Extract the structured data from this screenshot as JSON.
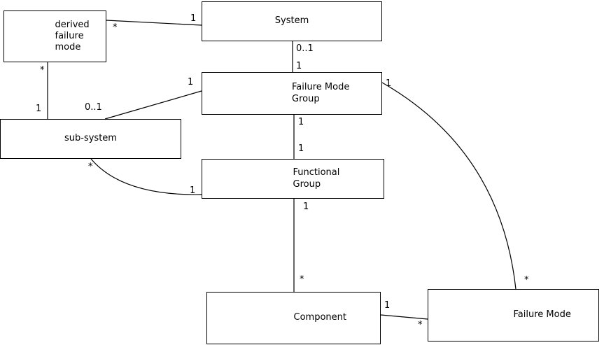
{
  "diagram_type": "uml-class-diagram",
  "entities": {
    "derived_failure_mode": {
      "label": "derived\nfailure\nmode"
    },
    "system": {
      "label": "System"
    },
    "failure_mode_group": {
      "label": "Failure Mode\nGroup"
    },
    "sub_system": {
      "label": "sub-system"
    },
    "functional_group": {
      "label": "Functional\nGroup"
    },
    "component": {
      "label": "Component"
    },
    "failure_mode": {
      "label": "Failure Mode"
    }
  },
  "relationships": {
    "system_derived": {
      "from": "System",
      "to": "derived failure mode",
      "from_label": "1",
      "to_label": "*"
    },
    "system_fmg": {
      "from": "System",
      "to": "Failure Mode Group",
      "from_label": "0..1",
      "to_label": "1"
    },
    "derived_subsystem": {
      "from": "derived failure mode",
      "to": "sub-system",
      "from_label": "*",
      "to_label": "1"
    },
    "subsystem_fmg": {
      "from": "sub-system",
      "to": "Failure Mode Group",
      "from_label": "0..1",
      "to_label": "1"
    },
    "fmg_fg": {
      "from": "Failure Mode Group",
      "to": "Functional Group",
      "from_label": "1",
      "to_label": "1"
    },
    "subsystem_fg": {
      "from": "sub-system",
      "to": "Functional Group",
      "from_label": "*",
      "to_label": "1"
    },
    "fg_component": {
      "from": "Functional Group",
      "to": "Component",
      "from_label": "1",
      "to_label": "*"
    },
    "component_fm": {
      "from": "Component",
      "to": "Failure Mode",
      "from_label": "1",
      "to_label": "*"
    },
    "fmg_fm": {
      "from": "Failure Mode Group",
      "to": "Failure Mode",
      "from_label": "1",
      "to_label": "*"
    }
  },
  "colors": {
    "line": "#000000",
    "background": "#ffffff",
    "text": "#000000"
  }
}
